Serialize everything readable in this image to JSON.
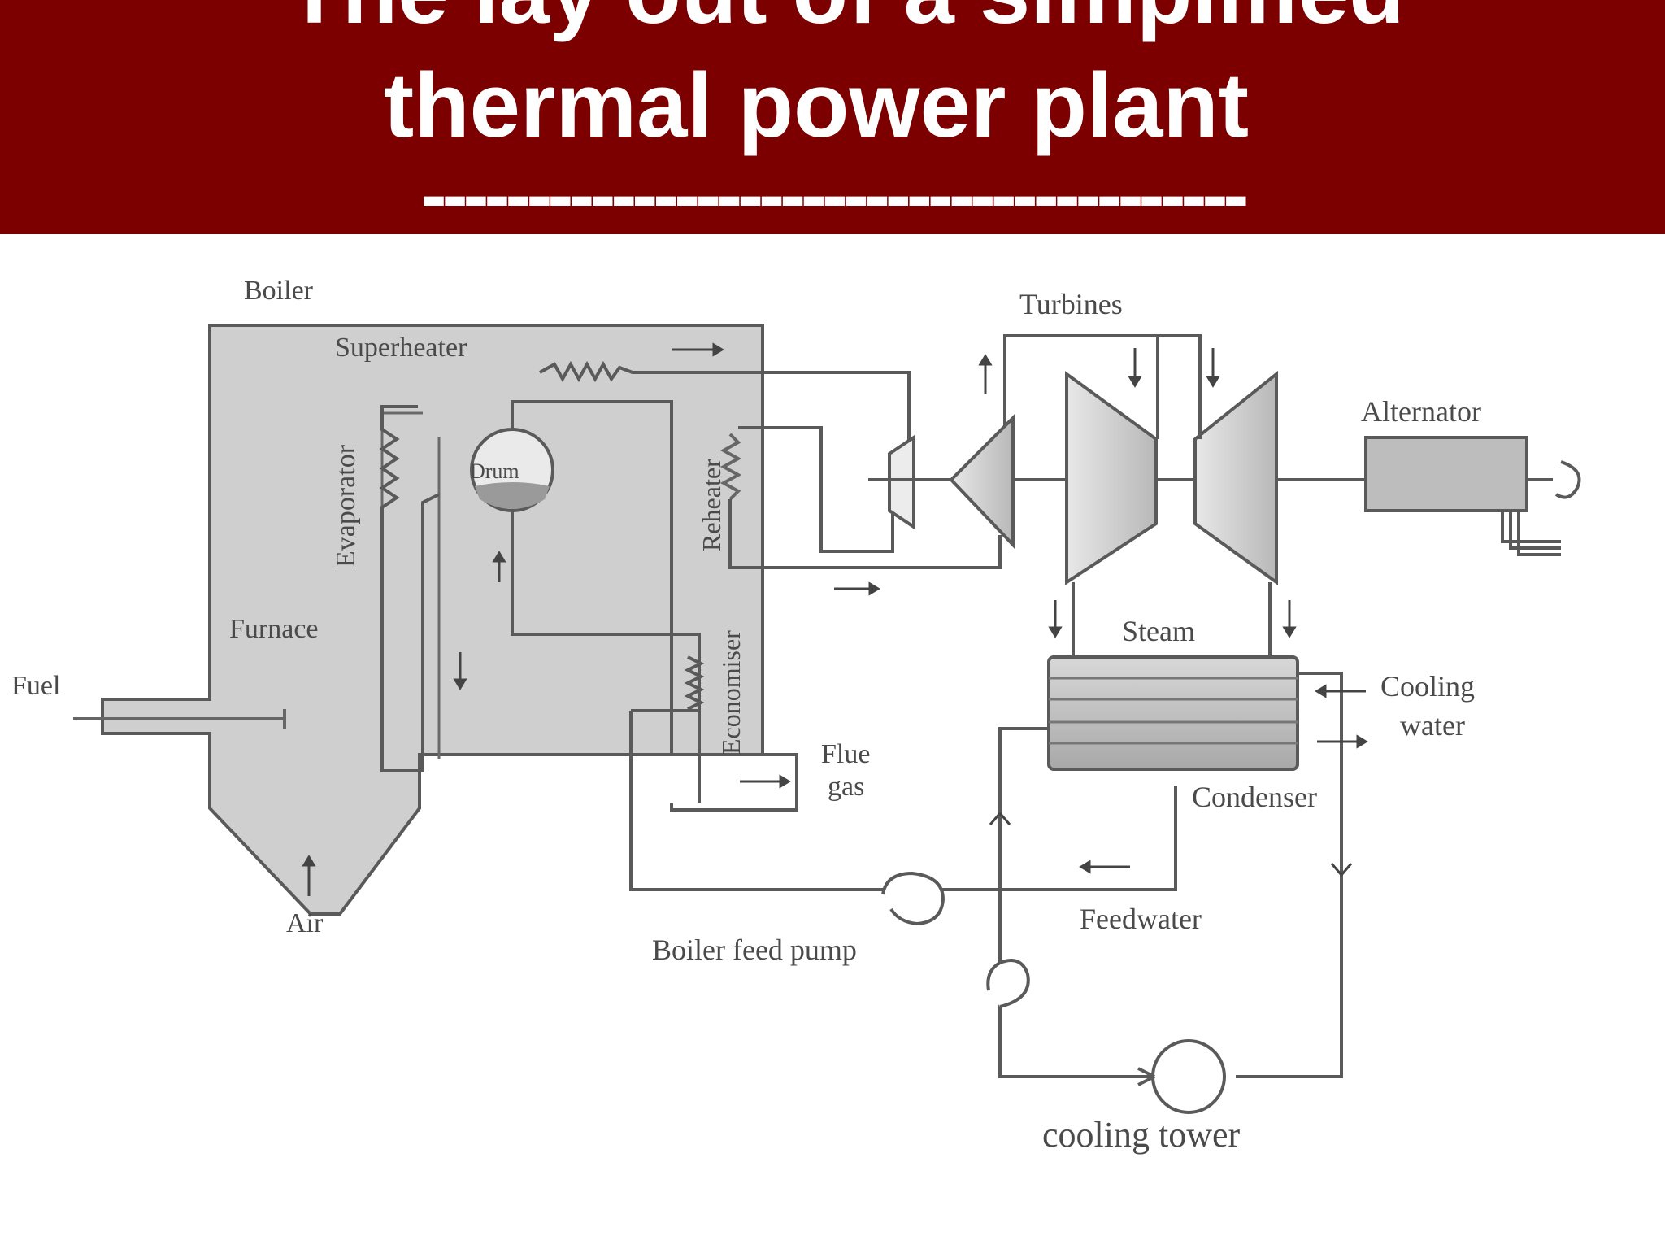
{
  "slide": {
    "title_line1": "The lay out of a simplified",
    "title_line2": "thermal power plant",
    "title_rule": "---------------------------------------",
    "header_color": "#7d0000"
  },
  "diagram": {
    "labels": {
      "boiler": "Boiler",
      "superheater": "Superheater",
      "evaporator": "Evaporator",
      "drum": "Drum",
      "reheater": "Reheater",
      "economiser": "Economiser",
      "furnace": "Furnace",
      "fuel": "Fuel",
      "air": "Air",
      "flue_gas_1": "Flue",
      "flue_gas_2": "gas",
      "turbines": "Turbines",
      "alternator": "Alternator",
      "steam": "Steam",
      "cooling_water_1": "Cooling",
      "cooling_water_2": "water",
      "condenser": "Condenser",
      "feedwater": "Feedwater",
      "boiler_feed_pump": "Boiler feed pump",
      "cooling_tower": "cooling tower"
    }
  }
}
